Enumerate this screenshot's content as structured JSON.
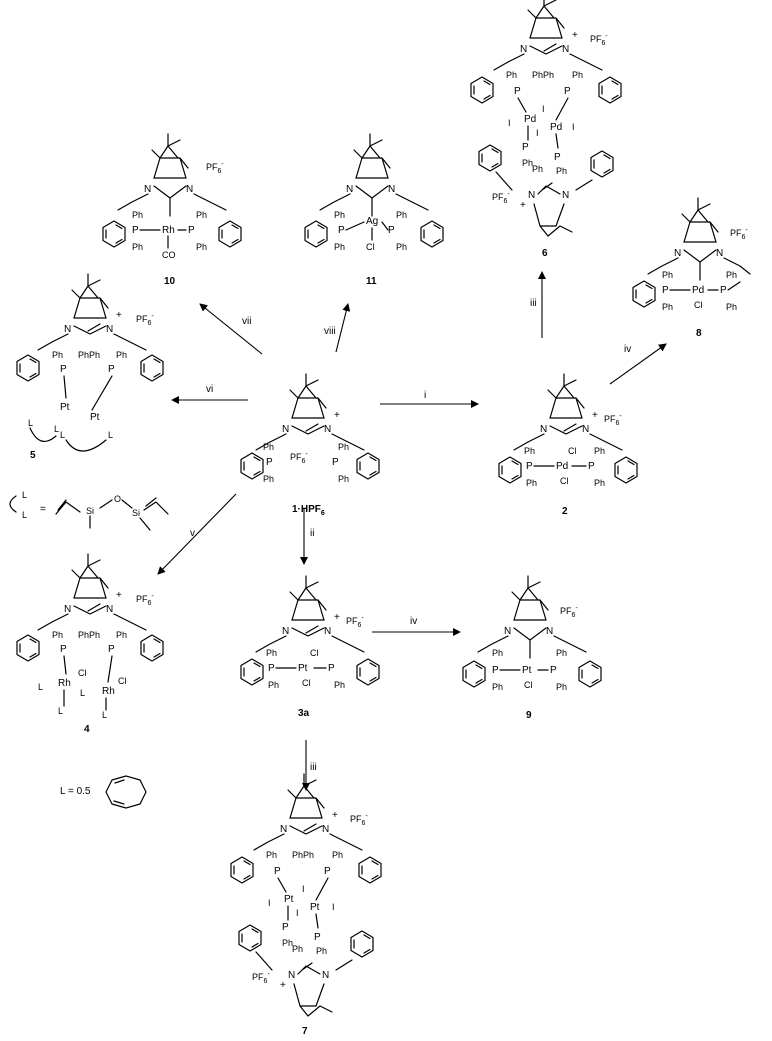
{
  "compounds": {
    "c1": {
      "label": "1·HPF",
      "sub": "6"
    },
    "c2": {
      "label": "2"
    },
    "c3a": {
      "label": "3a"
    },
    "c4": {
      "label": "4"
    },
    "c5": {
      "label": "5"
    },
    "c6": {
      "label": "6"
    },
    "c7": {
      "label": "7"
    },
    "c8": {
      "label": "8"
    },
    "c9": {
      "label": "9"
    },
    "c10": {
      "label": "10"
    },
    "c11": {
      "label": "11"
    }
  },
  "steps": {
    "i": "i",
    "ii": "ii",
    "iii_a": "iii",
    "iii_b": "iii",
    "iv_a": "iv",
    "iv_b": "iv",
    "v": "v",
    "vi": "vi",
    "vii": "vii",
    "viii": "viii"
  },
  "atoms": {
    "N": "N",
    "P": "P",
    "Ph": "Ph",
    "PhPh": "PhPh",
    "Pd": "Pd",
    "Pt": "Pt",
    "Rh": "Rh",
    "Ag": "Ag",
    "Cl": "Cl",
    "I": "I",
    "L": "L",
    "CO": "CO",
    "Si": "Si",
    "O": "O",
    "plus": "+",
    "PF6": "PF",
    "PF6_sub": "6",
    "PF6_sup": "-"
  },
  "legend": {
    "divinyl_eq": "=",
    "cod_eq": "L = 0.5"
  }
}
